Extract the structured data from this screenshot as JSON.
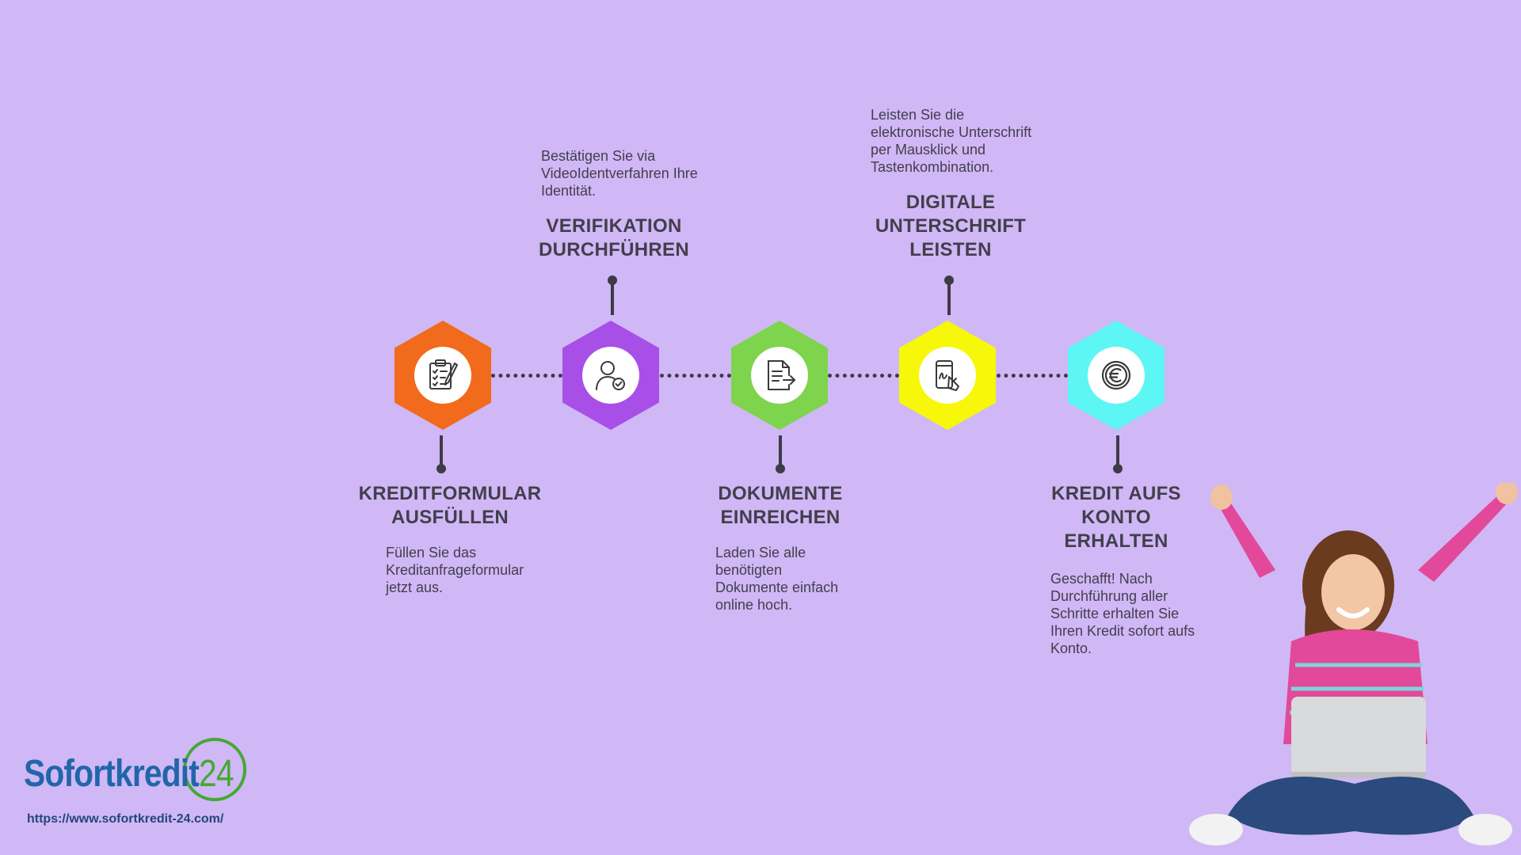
{
  "colors": {
    "background": "#cfb8f5",
    "text": "#3f3a47",
    "step1": "#f26a1b",
    "step2": "#a84fe8",
    "step3": "#7ed44d",
    "step4": "#f7f70a",
    "step5": "#5ef5f5"
  },
  "steps": [
    {
      "title": "KREDITFORMULAR\nAUSFÜLLEN",
      "description": "Füllen Sie das\nKreditanfrageformular\njetzt aus.",
      "icon": "clipboard-icon"
    },
    {
      "title": "VERIFIKATION\nDURCHFÜHREN",
      "description": "Bestätigen Sie via\nVideoIdentverfahren Ihre\nIdentität.",
      "icon": "user-check-icon"
    },
    {
      "title": "DOKUMENTE\nEINREICHEN",
      "description": "Laden Sie alle\nbenötigten\nDokumente einfach\nonline hoch.",
      "icon": "document-upload-icon"
    },
    {
      "title": "DIGITALE\nUNTERSCHRIFT\nLEISTEN",
      "description": "Leisten Sie die\nelektronische Unterschrift\nper Mausklick und\nTastenkombination.",
      "icon": "phone-signature-icon"
    },
    {
      "title": "KREDIT AUFS\nKONTO\nERHALTEN",
      "description": "Geschafft! Nach\nDurchführung aller\nSchritte erhalten Sie\nIhren Kredit sofort aufs\nKonto.",
      "icon": "euro-coin-icon"
    }
  ],
  "logo": {
    "text": "Sofortkredit",
    "number": "24"
  },
  "url": "https://www.sofortkredit-24.com/"
}
